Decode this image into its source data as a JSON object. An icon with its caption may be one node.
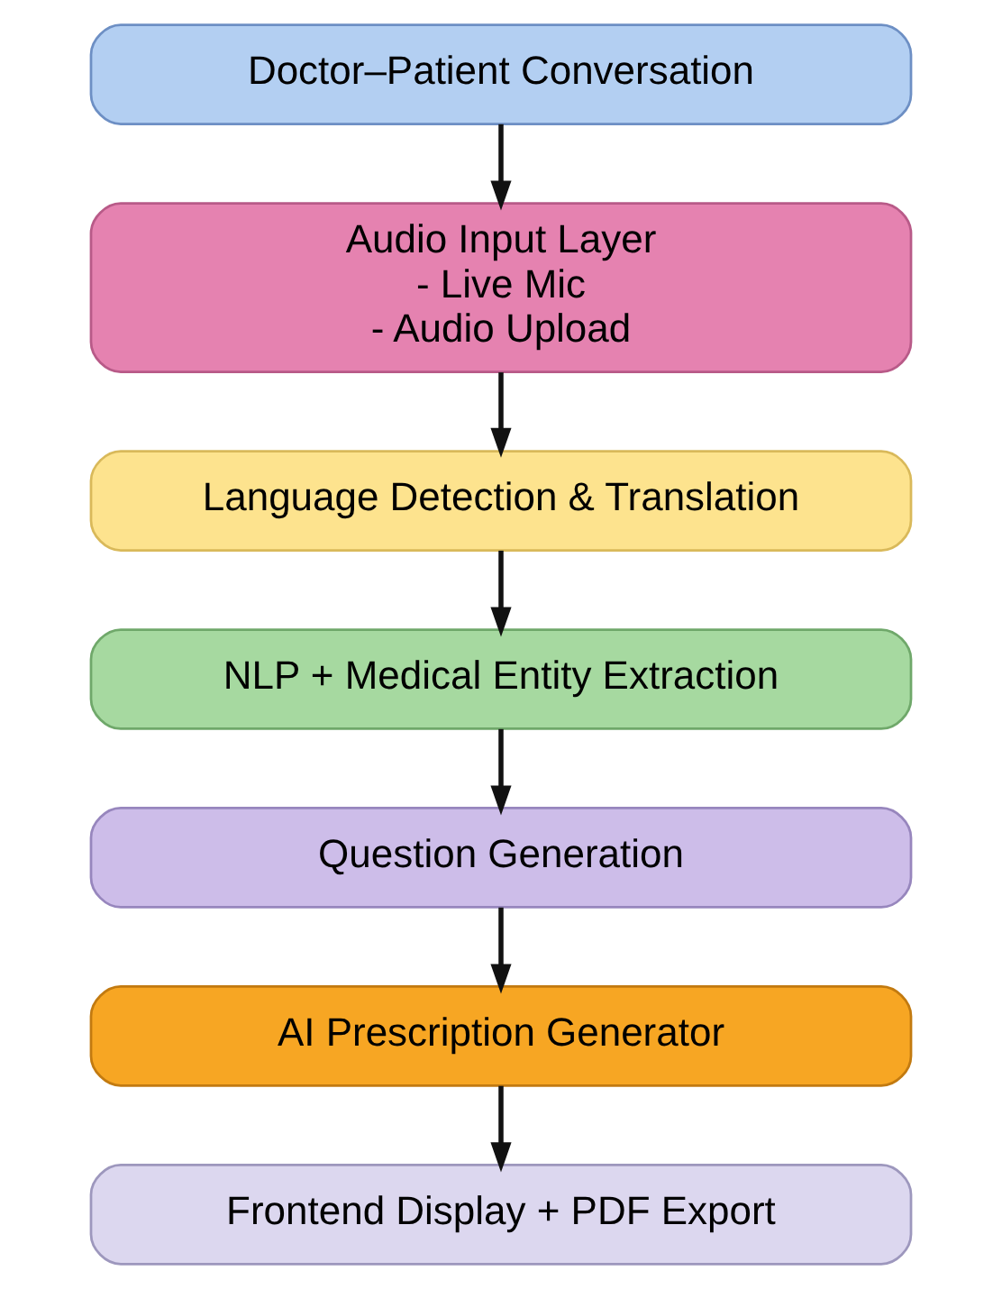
{
  "diagram": {
    "nodes": [
      {
        "text": [
          "Doctor–Patient Conversation"
        ]
      },
      {
        "text": [
          "Audio Input Layer",
          "- Live Mic",
          "- Audio Upload"
        ]
      },
      {
        "text": [
          "Language Detection & Translation"
        ]
      },
      {
        "text": [
          "NLP + Medical Entity Extraction"
        ]
      },
      {
        "text": [
          "Question Generation"
        ]
      },
      {
        "text": [
          "AI Prescription Generator"
        ]
      },
      {
        "text": [
          "Frontend Display + PDF Export"
        ]
      }
    ],
    "edges": [
      {
        "from": 0,
        "to": 1,
        "arrow": "to"
      },
      {
        "from": 1,
        "to": 2,
        "arrow": "to"
      },
      {
        "from": 2,
        "to": 3,
        "arrow": "to"
      },
      {
        "from": 3,
        "to": 4,
        "arrow": "to"
      },
      {
        "from": 4,
        "to": 5,
        "arrow": "to"
      },
      {
        "from": 5,
        "to": 6,
        "arrow": "to"
      }
    ]
  }
}
